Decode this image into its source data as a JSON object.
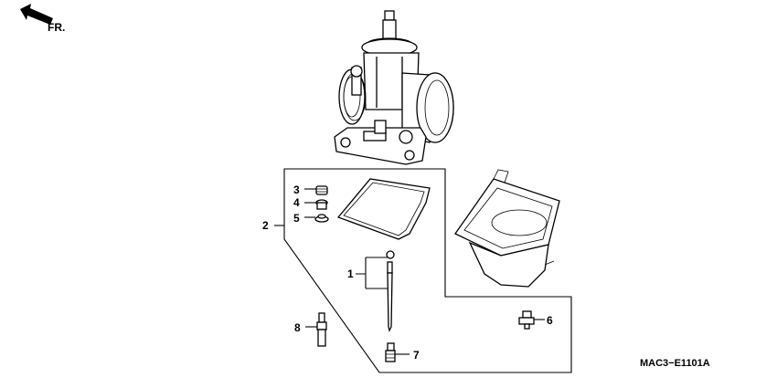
{
  "direction": {
    "label": "FR.",
    "icon": "front-arrow-icon"
  },
  "diagram_code": "MAC3−E1101A",
  "callouts": [
    {
      "id": "callout-1",
      "text": "1"
    },
    {
      "id": "callout-2",
      "text": "2"
    },
    {
      "id": "callout-3",
      "text": "3"
    },
    {
      "id": "callout-4",
      "text": "4"
    },
    {
      "id": "callout-5",
      "text": "5"
    },
    {
      "id": "callout-6",
      "text": "6"
    },
    {
      "id": "callout-7",
      "text": "7"
    },
    {
      "id": "callout-8",
      "text": "8"
    }
  ],
  "parts": [
    "carburetor-assembly",
    "float-chamber",
    "gasket",
    "jet-needle",
    "spring",
    "washer",
    "clip",
    "screw",
    "main-jet",
    "pilot-jet"
  ]
}
